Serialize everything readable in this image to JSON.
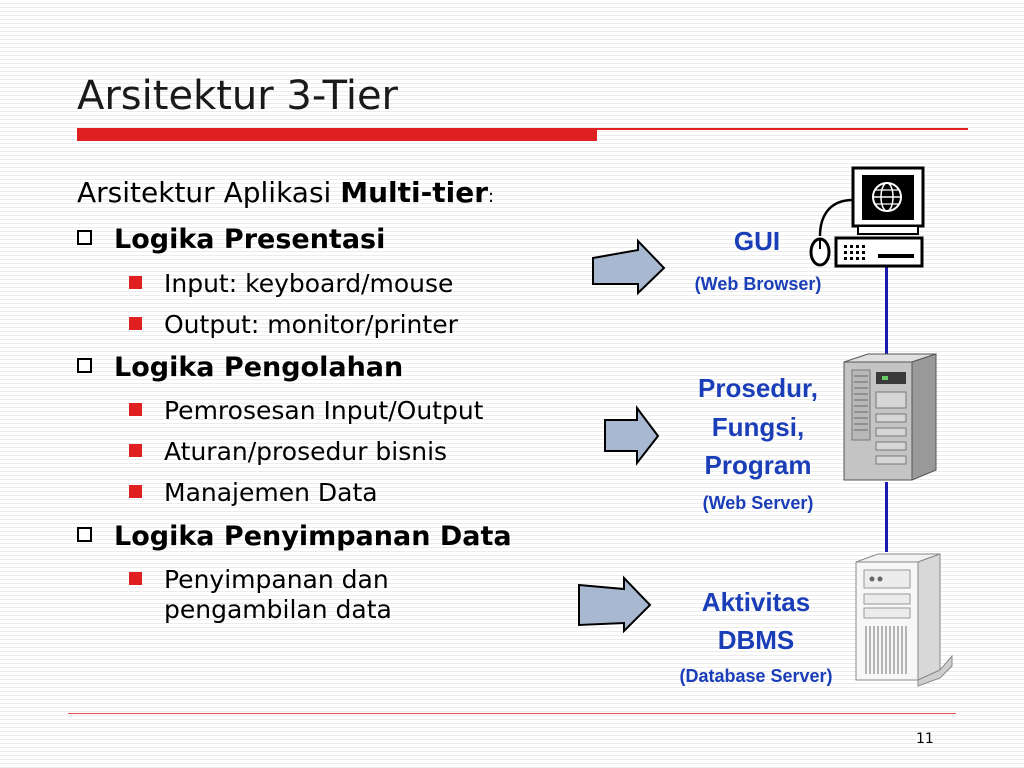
{
  "title": "Arsitektur 3-Tier",
  "intro": {
    "text": "Arsitektur Aplikasi ",
    "bold": "Multi-tier",
    "colon": ":"
  },
  "sections": [
    {
      "heading": "Logika Presentasi",
      "items": [
        "Input: keyboard/mouse",
        "Output: monitor/printer"
      ]
    },
    {
      "heading": "Logika Pengolahan",
      "items": [
        "Pemrosesan Input/Output",
        "Aturan/prosedur bisnis",
        "Manajemen Data"
      ]
    },
    {
      "heading": "Logika Penyimpanan Data",
      "items": [
        {
          "line1": "Penyimpanan dan",
          "line2": "pengambilan data"
        }
      ]
    }
  ],
  "tiers": {
    "gui": {
      "title": "GUI",
      "sub": "(Web Browser)"
    },
    "web": {
      "line1": "Prosedur,",
      "line2": "Fungsi,",
      "line3": "Program",
      "sub": "(Web Server)"
    },
    "db": {
      "line1": "Aktivitas",
      "line2": "DBMS",
      "sub": "(Database Server)"
    }
  },
  "icons": {
    "computer": "desktop-computer-icon",
    "web_server": "web-server-tower-icon",
    "db_server": "database-server-tower-icon",
    "arrow": "right-arrow-icon"
  },
  "colors": {
    "accent": "#e02020",
    "label": "#1a3db8",
    "connector": "#1a1ab0",
    "arrow_fill": "#a8b8d0"
  },
  "page_number": "11"
}
